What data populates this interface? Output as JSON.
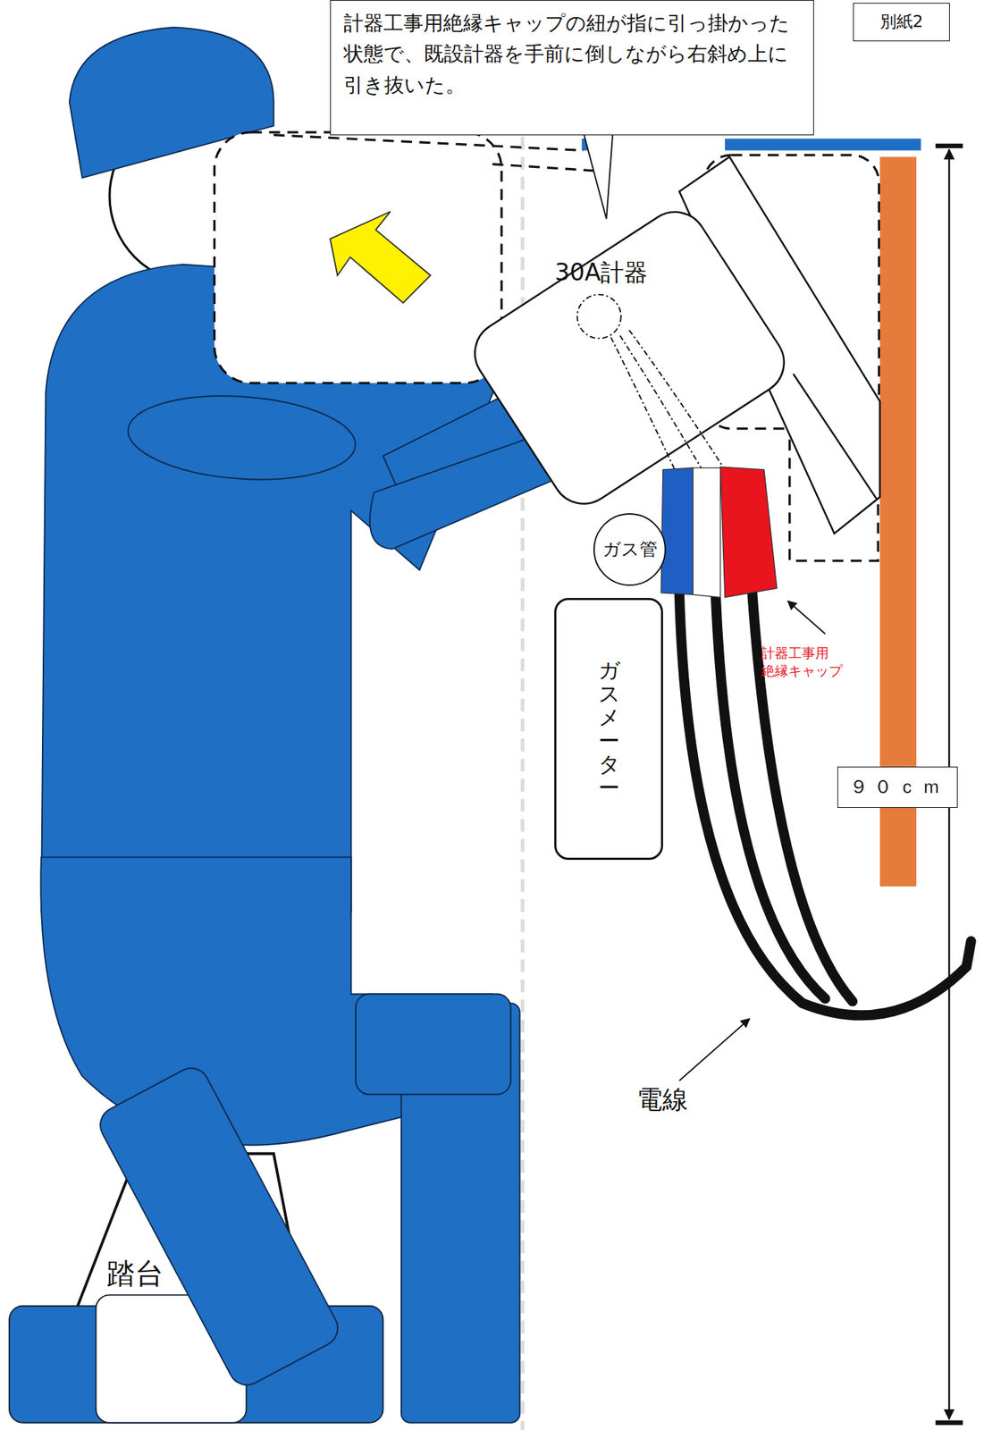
{
  "diagram": {
    "nodes": [
      {
        "text": [
          "計器工事用絶縁キャップの紐が指に引っ掛かった状態で、既設計器を手前に倒しながら右斜め上に引き抜いた。"
        ]
      },
      {
        "text": [
          "別紙2"
        ]
      },
      {
        "text": [
          "30A計器"
        ]
      },
      {
        "text": [
          "ガス管"
        ]
      },
      {
        "text": [
          "ガスメーター"
        ]
      },
      {
        "text": [
          "９０ｃｍ"
        ]
      }
    ],
    "edges": [],
    "labels": [
      "計器工事用 絶縁キャップ",
      "電線",
      "踏台"
    ]
  }
}
